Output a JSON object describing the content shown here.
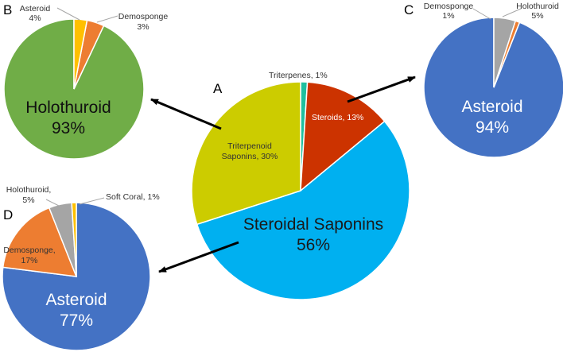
{
  "chart_data": [
    {
      "id": "A",
      "type": "pie",
      "panel_label": "A",
      "slices": [
        {
          "name": "Triterpenes",
          "value": 1,
          "color": "#1fbf9f",
          "label": "Triterpenes, 1%"
        },
        {
          "name": "Steroids",
          "value": 13,
          "color": "#cc3300",
          "label": "Steroids, 13%"
        },
        {
          "name": "Steroidal Saponins",
          "value": 56,
          "color": "#00b0f0",
          "label_line1": "Steroidal Saponins",
          "label_line2": "56%"
        },
        {
          "name": "Triterpenoid Saponins",
          "value": 30,
          "color": "#cccc00",
          "label_line1": "Triterpenoid",
          "label_line2": "Saponins, 30%"
        }
      ]
    },
    {
      "id": "B",
      "type": "pie",
      "panel_label": "B",
      "slices": [
        {
          "name": "Asteroid",
          "value": 4,
          "color": "#ed7d31",
          "label_line1": "Asteroid",
          "label_line2": "4%"
        },
        {
          "name": "Demosponge",
          "value": 3,
          "color": "#ffc000",
          "label_line1": "Demosponge",
          "label_line2": "3%"
        },
        {
          "name": "Holothuroid",
          "value": 93,
          "color": "#70ad47",
          "label_line1": "Holothuroid",
          "label_line2": "93%"
        }
      ]
    },
    {
      "id": "C",
      "type": "pie",
      "panel_label": "C",
      "slices": [
        {
          "name": "Asteroid",
          "value": 94,
          "color": "#4472c4",
          "label_line1": "Asteroid",
          "label_line2": "94%"
        },
        {
          "name": "Demosponge",
          "value": 1,
          "color": "#ed7d31",
          "label_line1": "Demosponge",
          "label_line2": "1%"
        },
        {
          "name": "Holothuroid",
          "value": 5,
          "color": "#a5a5a5",
          "label_line1": "Holothuroid",
          "label_line2": "5%"
        }
      ]
    },
    {
      "id": "D",
      "type": "pie",
      "panel_label": "D",
      "slices": [
        {
          "name": "Asteroid",
          "value": 77,
          "color": "#4472c4",
          "label_line1": "Asteroid",
          "label_line2": "77%"
        },
        {
          "name": "Demosponge",
          "value": 17,
          "color": "#ed7d31",
          "label_line1": "Demosponge,",
          "label_line2": "17%"
        },
        {
          "name": "Holothuroid",
          "value": 5,
          "color": "#a5a5a5",
          "label_line1": "Holothuroid,",
          "label_line2": "5%"
        },
        {
          "name": "Soft Coral",
          "value": 1,
          "color": "#ffc000",
          "label": "Soft Coral, 1%"
        }
      ]
    }
  ]
}
